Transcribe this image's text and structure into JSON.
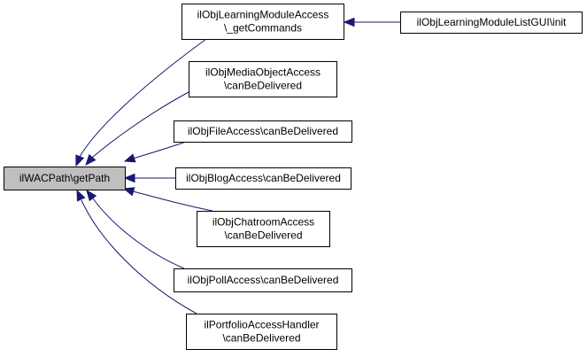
{
  "graph": {
    "root": {
      "id": "n0",
      "lines": [
        "ilWACPath\\getPath"
      ]
    },
    "nodes": [
      {
        "id": "n1",
        "lines": [
          "ilObjLearningModuleAccess",
          "\\_getCommands"
        ]
      },
      {
        "id": "n2",
        "lines": [
          "ilObjLearningModuleListGUI\\init"
        ]
      },
      {
        "id": "n3",
        "lines": [
          "ilObjMediaObjectAccess",
          "\\canBeDelivered"
        ]
      },
      {
        "id": "n4",
        "lines": [
          "ilObjFileAccess\\canBeDelivered"
        ]
      },
      {
        "id": "n5",
        "lines": [
          "ilObjBlogAccess\\canBeDelivered"
        ]
      },
      {
        "id": "n6",
        "lines": [
          "ilObjChatroomAccess",
          "\\canBeDelivered"
        ]
      },
      {
        "id": "n7",
        "lines": [
          "ilObjPollAccess\\canBeDelivered"
        ]
      },
      {
        "id": "n8",
        "lines": [
          "ilPortfolioAccessHandler",
          "\\canBeDelivered"
        ]
      }
    ],
    "edges": [
      {
        "from": "n1",
        "to": "n0"
      },
      {
        "from": "n2",
        "to": "n1"
      },
      {
        "from": "n3",
        "to": "n0"
      },
      {
        "from": "n4",
        "to": "n0"
      },
      {
        "from": "n5",
        "to": "n0"
      },
      {
        "from": "n6",
        "to": "n0"
      },
      {
        "from": "n7",
        "to": "n0"
      },
      {
        "from": "n8",
        "to": "n0"
      }
    ],
    "colors": {
      "edge": "#191970",
      "root_fill": "#bfbfbf",
      "node_fill": "#ffffff",
      "border": "#000000"
    }
  }
}
